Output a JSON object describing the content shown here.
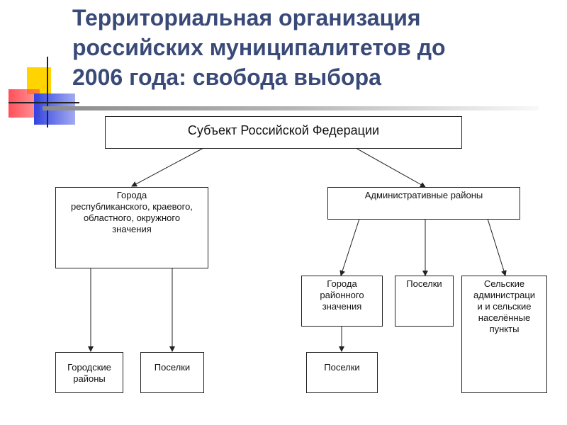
{
  "title": {
    "line1": "Территориальная организация",
    "line2": "российских муниципалитетов до",
    "line3": "2006 года: свобода выбора"
  },
  "diagram": {
    "root": "Субъект Российской Федерации",
    "cities": {
      "line1": "Города",
      "line2": "республиканского, краевого,",
      "line3": "областного, окружного",
      "line4": "значения"
    },
    "admin_districts": "Административные районы",
    "district_cities": {
      "line1": "Города",
      "line2": "районного",
      "line3": "значения"
    },
    "settlements": "Поселки",
    "rural": {
      "line1": "Сельские",
      "line2": "администраци",
      "line3": "и и сельские",
      "line4": "населённые",
      "line5": "пункты"
    },
    "city_districts": {
      "line1": "Городские",
      "line2": "районы"
    },
    "settlements_city": "Поселки",
    "settlements_district_city": "Поселки"
  },
  "colors": {
    "title": "#3a4a78",
    "logo_yellow": "#ffd400",
    "logo_red": "#ff4650",
    "logo_blue": "#3344e0"
  }
}
